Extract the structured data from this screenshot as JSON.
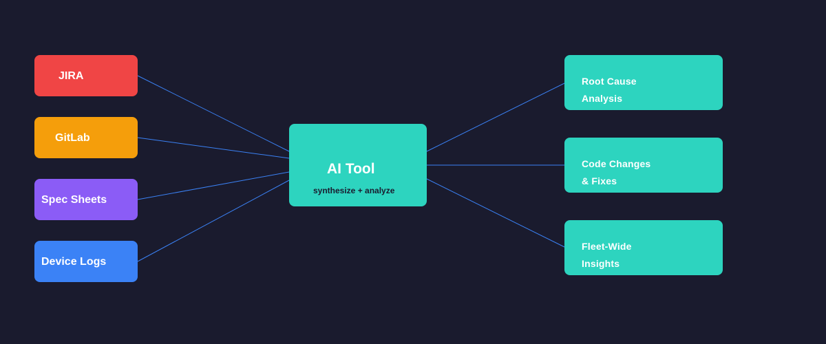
{
  "colors": {
    "background": "#1a1b2e",
    "connector": "#3b82f6",
    "jira": "#f04545",
    "gitlab": "#f59e0b",
    "spec_sheets": "#8b5cf6",
    "device_logs": "#3b82f6",
    "ai_tool": "#2dd4bf",
    "outputs": "#2dd4bf",
    "hub_subtitle": "#1a1b2e"
  },
  "sources": [
    {
      "label": "JIRA"
    },
    {
      "label": "GitLab"
    },
    {
      "label": "Spec Sheets"
    },
    {
      "label": "Device Logs"
    }
  ],
  "hub": {
    "title": "AI Tool",
    "subtitle": "synthesize + analyze"
  },
  "outputs": [
    {
      "line1": "Root Cause",
      "line2": "Analysis"
    },
    {
      "line1": "Code Changes",
      "line2": "& Fixes"
    },
    {
      "line1": "Fleet-Wide",
      "line2": "Insights"
    }
  ]
}
